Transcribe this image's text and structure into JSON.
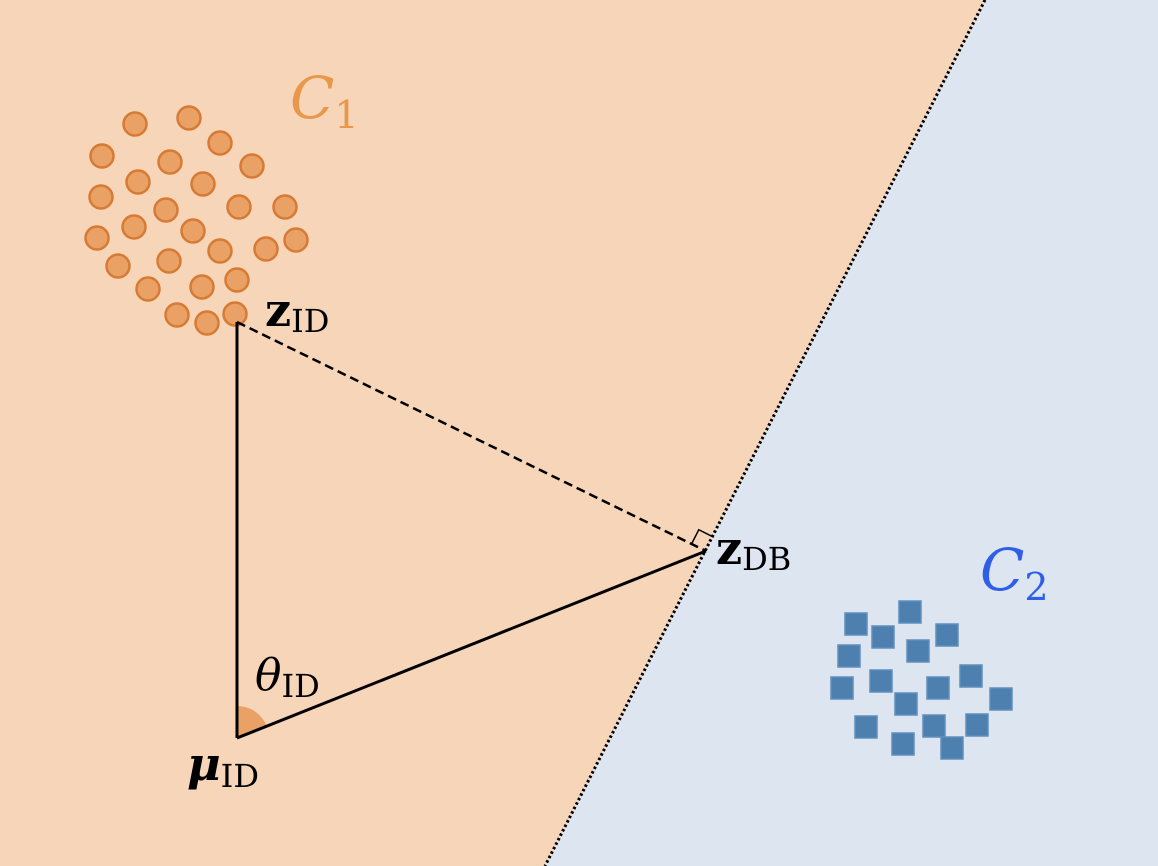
{
  "colors": {
    "region1_fill": "#F6D5B8",
    "region2_fill": "#DDE5F1",
    "circle_fill": "#E9A165",
    "circle_stroke": "#D77A34",
    "square_fill": "#4D80AF",
    "square_stroke": "#5E8FBD",
    "c1_label": "#E9984B",
    "c2_label": "#2F5FE6",
    "angle_fill": "#E9A165",
    "line": "#000000"
  },
  "labels": {
    "c1_main": "C",
    "c1_sub": "1",
    "c2_main": "C",
    "c2_sub": "2",
    "z_id_main": "z",
    "z_id_sub": "ID",
    "z_db_main": "z",
    "z_db_sub": "DB",
    "mu_main": "μ",
    "mu_sub": "ID",
    "theta_main": "θ",
    "theta_sub": "ID"
  }
}
